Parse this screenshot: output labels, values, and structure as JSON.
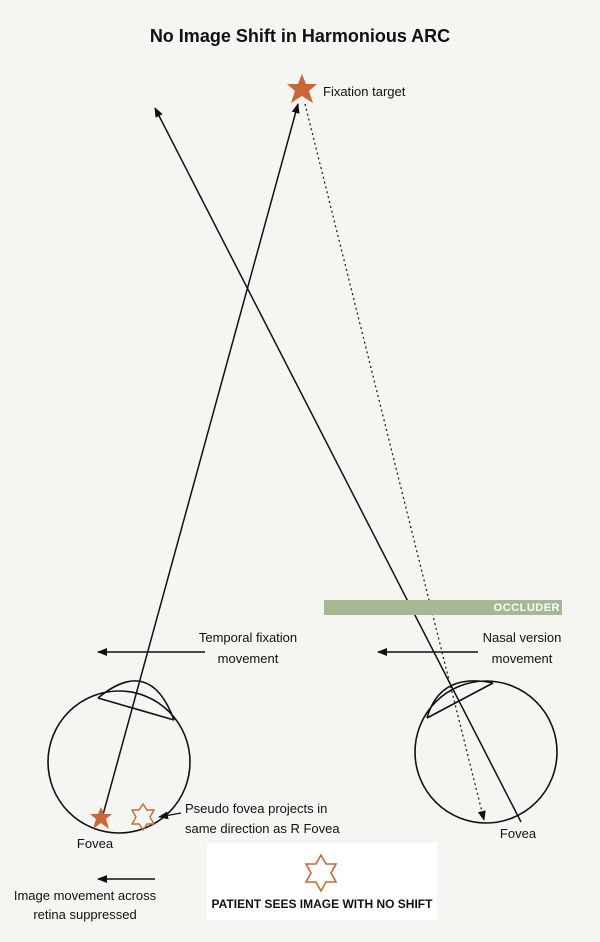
{
  "title": "No Image Shift in Harmonious ARC",
  "fixation_target_label": "Fixation target",
  "occluder_label": "OCCLUDER",
  "temporal_fixation": {
    "line1": "Temporal fixation",
    "line2": "movement"
  },
  "nasal_version": {
    "line1": "Nasal version",
    "line2": "movement"
  },
  "pseudo_fovea": {
    "line1": "Pseudo fovea projects in",
    "line2": "same direction as R Fovea"
  },
  "left_fovea_label": "Fovea",
  "right_fovea_label": "Fovea",
  "image_movement": {
    "line1": "Image movement across",
    "line2": "retina suppressed"
  },
  "patient_box_label": "PATIENT SEES IMAGE WITH NO SHIFT",
  "colors": {
    "star": "#c8673a",
    "occluder": "#a6b993",
    "background": "#f5f6f1",
    "line": "#111111"
  }
}
